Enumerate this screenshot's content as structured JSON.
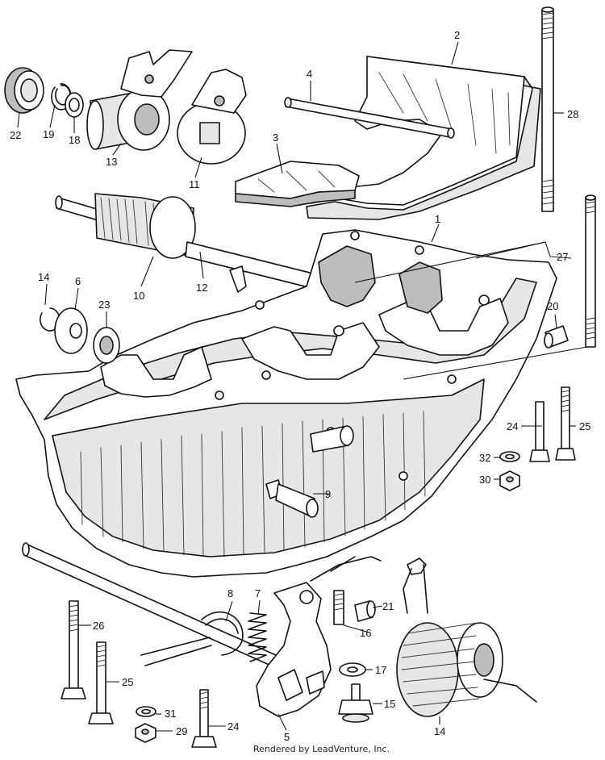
{
  "credit": "Rendered by LeadVenture, Inc.",
  "callouts": {
    "c1": "1",
    "c2": "2",
    "c3": "3",
    "c4": "4",
    "c5": "5",
    "c6": "6",
    "c7": "7",
    "c8": "8",
    "c9": "9",
    "c10": "10",
    "c11": "11",
    "c12": "12",
    "c13": "13",
    "c14a": "14",
    "c14b": "14",
    "c15": "15",
    "c16": "16",
    "c17": "17",
    "c18": "18",
    "c19": "19",
    "c20": "20",
    "c21": "21",
    "c22": "22",
    "c23": "23",
    "c24a": "24",
    "c24b": "24",
    "c25a": "25",
    "c25b": "25",
    "c26": "26",
    "c27": "27",
    "c28": "28",
    "c29": "29",
    "c30": "30",
    "c31": "31",
    "c32": "32"
  }
}
